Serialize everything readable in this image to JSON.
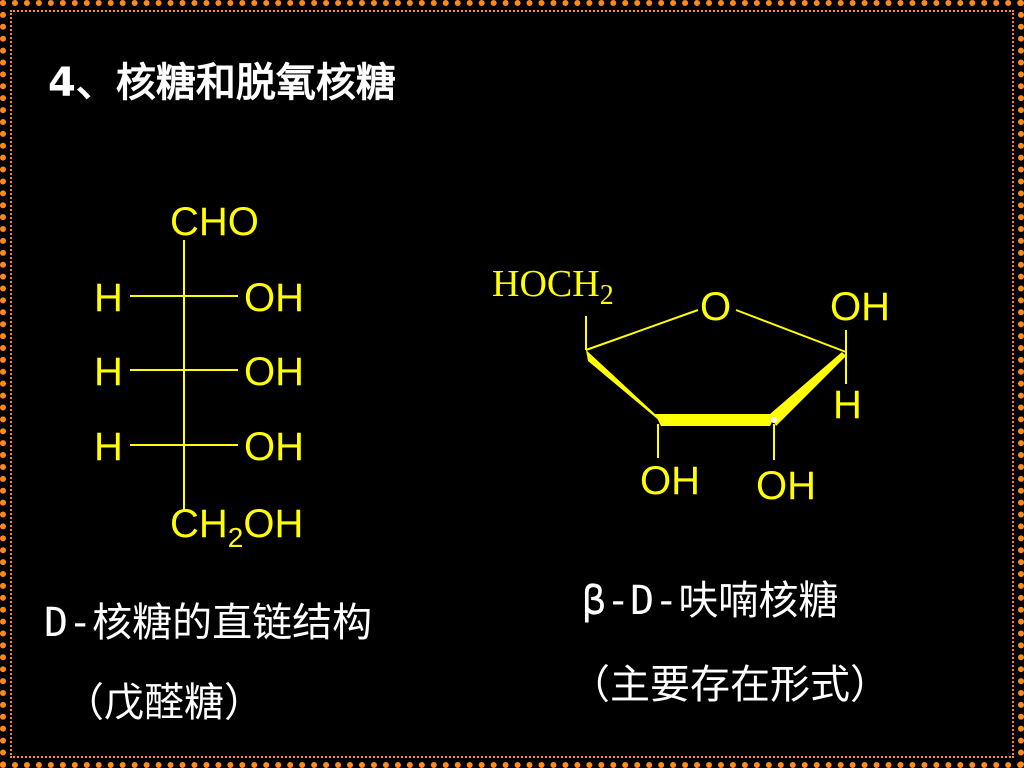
{
  "slide": {
    "title": "4、核糖和脱氧核糖",
    "border_color": "#ff8a1a",
    "formula_color": "#ffff00"
  },
  "linear": {
    "top": "CHO",
    "rows": [
      {
        "left": "H",
        "right": "OH"
      },
      {
        "left": "H",
        "right": "OH"
      },
      {
        "left": "H",
        "right": "OH"
      }
    ],
    "bottom_a": "CH",
    "bottom_sub": "2",
    "bottom_b": "OH",
    "caption_1_prefix": "D-",
    "caption_1_rest": "核糖的直链结构",
    "caption_2": "（戊醛糖）"
  },
  "ring": {
    "hoch_main": "HOCH",
    "hoch_sub": "2",
    "ring_o": "O",
    "anomeric_oh": "OH",
    "anomeric_h": "H",
    "c3_oh": "OH",
    "c2_oh": "OH",
    "caption_1_prefix": "β-D-",
    "caption_1_rest": "呋喃核糖",
    "caption_2": "（主要存在形式）"
  }
}
